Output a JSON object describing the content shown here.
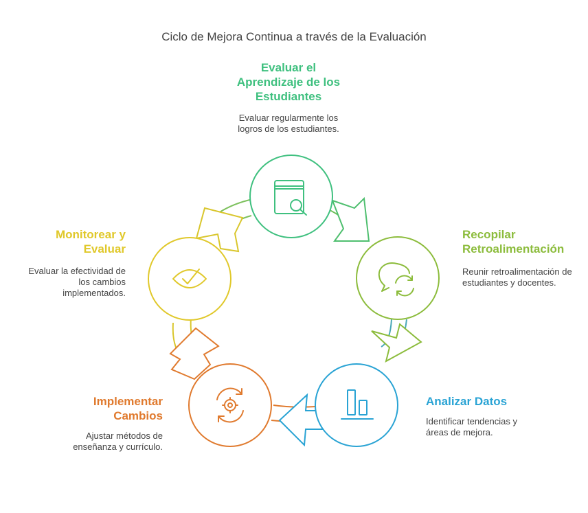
{
  "title": "Ciclo de Mejora Continua a través de la Evaluación",
  "steps": [
    {
      "heading": "Evaluar el Aprendizaje de los Estudiantes",
      "description": "Evaluar regularmente los logros de los estudiantes.",
      "icon": "book-search-icon",
      "color": "#3fc07f"
    },
    {
      "heading": "Recopilar Retroalimentación",
      "description": "Reunir retroalimentación de estudiantes y docentes.",
      "icon": "chat-refresh-icon",
      "color": "#8cbc3c"
    },
    {
      "heading": "Analizar Datos",
      "description": "Identificar tendencias y áreas de mejora.",
      "icon": "bar-chart-icon",
      "color": "#29a3d4"
    },
    {
      "heading": "Implementar Cambios",
      "description": "Ajustar métodos de enseñanza y currículo.",
      "icon": "gear-cycle-icon",
      "color": "#e07a2e"
    },
    {
      "heading": "Monitorear y Evaluar",
      "description": "Evaluar la efectividad de los cambios implementados.",
      "icon": "eye-check-icon",
      "color": "#e0c82a"
    }
  ]
}
